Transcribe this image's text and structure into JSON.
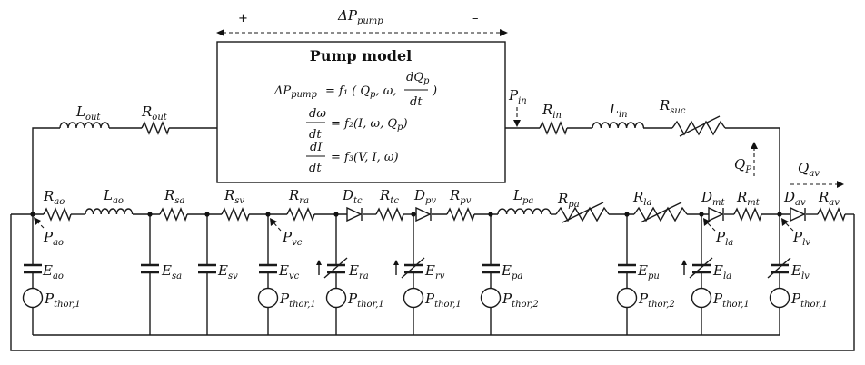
{
  "pump": {
    "title": "Pump model",
    "delta_p_label": "ΔP",
    "delta_p_sub": "pump",
    "plus": "+",
    "minus": "–",
    "eq1_lhs": "ΔP",
    "eq1_lhs_sub": "pump",
    "eq1_rhs": "= f₁ ( Q",
    "eq1_rhs2": "p",
    "eq1_rhs3": ", ω,",
    "eq1_num": "dQ",
    "eq1_num_sub": "p",
    "eq1_den": "dt",
    "eq1_close": ")",
    "eq2_num": "dω",
    "eq2_den": "dt",
    "eq2_rhs": "= f₂(I, ω, Q",
    "eq2_rhs_sub": "p",
    "eq2_close": ")",
    "eq3_num": "dI",
    "eq3_den": "dt",
    "eq3_rhs": "= f₃(V, I, ω)"
  },
  "labels": {
    "L_out": {
      "m": "L",
      "s": "out"
    },
    "R_out": {
      "m": "R",
      "s": "out"
    },
    "P_in": {
      "m": "P",
      "s": "in"
    },
    "R_in": {
      "m": "R",
      "s": "in"
    },
    "L_in": {
      "m": "L",
      "s": "in"
    },
    "R_suc": {
      "m": "R",
      "s": "suc"
    },
    "Q_p": {
      "m": "Q",
      "s": "P"
    },
    "Q_av": {
      "m": "Q",
      "s": "av"
    },
    "R_ao": {
      "m": "R",
      "s": "ao"
    },
    "L_ao": {
      "m": "L",
      "s": "ao"
    },
    "R_sa": {
      "m": "R",
      "s": "sa"
    },
    "R_sv": {
      "m": "R",
      "s": "sv"
    },
    "R_ra": {
      "m": "R",
      "s": "ra"
    },
    "D_tc": {
      "m": "D",
      "s": "tc"
    },
    "R_tc": {
      "m": "R",
      "s": "tc"
    },
    "D_pv": {
      "m": "D",
      "s": "pv"
    },
    "R_pv": {
      "m": "R",
      "s": "pv"
    },
    "L_pa": {
      "m": "L",
      "s": "pa"
    },
    "R_pa": {
      "m": "R",
      "s": "pa"
    },
    "R_la": {
      "m": "R",
      "s": "la"
    },
    "D_mt": {
      "m": "D",
      "s": "mt"
    },
    "R_mt": {
      "m": "R",
      "s": "mt"
    },
    "D_av": {
      "m": "D",
      "s": "av"
    },
    "R_av": {
      "m": "R",
      "s": "av"
    },
    "P_ao": {
      "m": "P",
      "s": "ao"
    },
    "P_vc": {
      "m": "P",
      "s": "vc"
    },
    "P_la": {
      "m": "P",
      "s": "la"
    },
    "P_lv": {
      "m": "P",
      "s": "lv"
    },
    "E_ao": {
      "m": "E",
      "s": "ao"
    },
    "E_sa": {
      "m": "E",
      "s": "sa"
    },
    "E_sv": {
      "m": "E",
      "s": "sv"
    },
    "E_vc": {
      "m": "E",
      "s": "vc"
    },
    "E_ra": {
      "m": "E",
      "s": "ra"
    },
    "E_rv": {
      "m": "E",
      "s": "rv"
    },
    "E_pa": {
      "m": "E",
      "s": "pa"
    },
    "E_pu": {
      "m": "E",
      "s": "pu"
    },
    "E_la": {
      "m": "E",
      "s": "la"
    },
    "E_lv": {
      "m": "E",
      "s": "lv"
    },
    "P_thor_ao": {
      "m": "P",
      "s": "thor,1"
    },
    "P_thor_vc": {
      "m": "P",
      "s": "thor,1"
    },
    "P_thor_ra": {
      "m": "P",
      "s": "thor,1"
    },
    "P_thor_rv": {
      "m": "P",
      "s": "thor,1"
    },
    "P_thor_pa": {
      "m": "P",
      "s": "thor,2"
    },
    "P_thor_pu": {
      "m": "P",
      "s": "thor,2"
    },
    "P_thor_la": {
      "m": "P",
      "s": "thor,1"
    },
    "P_thor_lv": {
      "m": "P",
      "s": "thor,1"
    }
  }
}
